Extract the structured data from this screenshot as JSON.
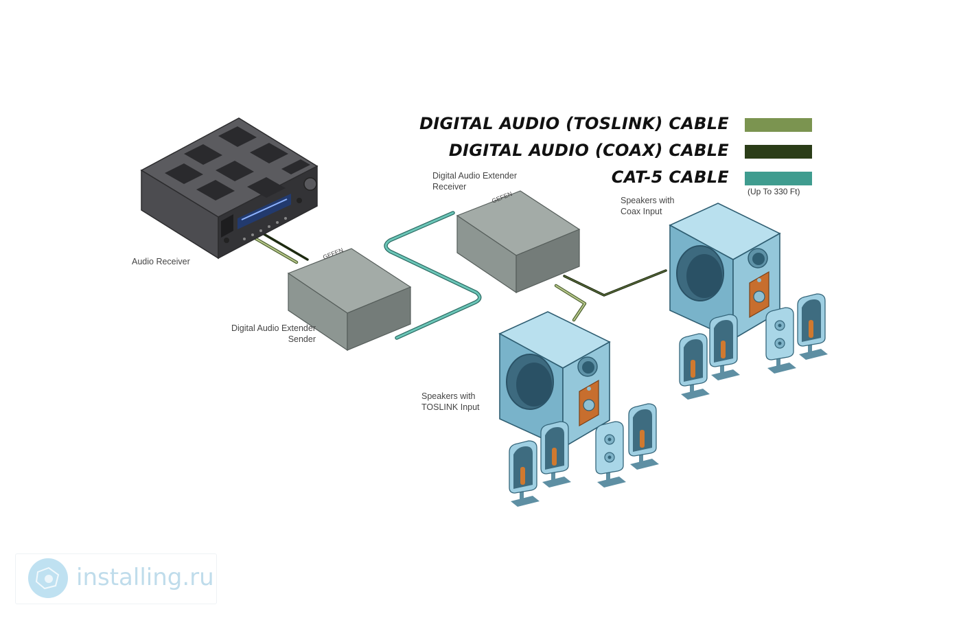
{
  "legend": {
    "items": [
      {
        "label": "DIGITAL AUDIO (TOSLINK) CABLE",
        "color": "#7b9450"
      },
      {
        "label": "DIGITAL AUDIO (COAX) CABLE",
        "color": "#2b3d18"
      },
      {
        "label": "CAT-5 CABLE",
        "color": "#3f9c8f"
      }
    ],
    "note": "(Up To 330 Ft)"
  },
  "devices": {
    "receiver_label": "Audio Receiver",
    "sender_label_line1": "Digital Audio Extender",
    "sender_label_line2": "Sender",
    "ext_receiver_line1": "Digital Audio Extender",
    "ext_receiver_line2": "Receiver",
    "brand_mark": "GEFEN",
    "toslink_speakers_line1": "Speakers with",
    "toslink_speakers_line2": "TOSLINK Input",
    "coax_speakers_line1": "Speakers with",
    "coax_speakers_line2": "Coax Input"
  },
  "watermark": {
    "text": "installing.ru"
  }
}
